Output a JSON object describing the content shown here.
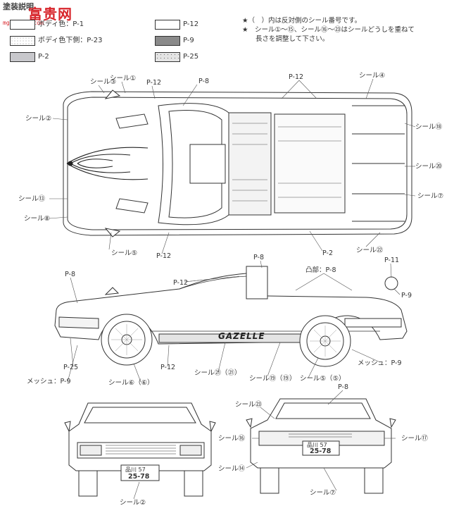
{
  "header": {
    "title": "塗装説明",
    "watermark_main": "富贵网",
    "watermark_url": "mgn-shoo.com"
  },
  "legend": [
    {
      "label": "ボディ色：P-1",
      "fill": "#ffffff"
    },
    {
      "label": "ボディ色下側：P-23",
      "fill": "#ffffff"
    },
    {
      "label": "P-2",
      "fill": "#c8c8cc"
    },
    {
      "label": "P-12",
      "fill": "#ffffff"
    },
    {
      "label": "P-9",
      "fill": "#8a8a8a"
    },
    {
      "label": "P-25",
      "fill": "#e4e4e4"
    }
  ],
  "notes": [
    "★（　）内は反対側のシール番号です。",
    "★　シール①〜⑮、シール⑯〜㉓はシールどうしを重ねて",
    "　　長さを調整して下さい。"
  ],
  "top_view_labels": {
    "seal3": "シール③",
    "seal1": "シール①",
    "p12a": "P-12",
    "p8": "P-8",
    "p12b": "P-12",
    "seal4": "シール④",
    "seal2": "シール②",
    "seal18": "シール⑱",
    "seal20": "シール⑳",
    "seal13": "シール⑬",
    "seal8": "シール⑧",
    "seal7": "シール⑦",
    "seal5": "シール⑤",
    "p12c": "P-12",
    "p2": "P-2",
    "seal22": "シール㉒"
  },
  "side_view_labels": {
    "p8a": "P-8",
    "p8b": "P-8",
    "convex": "凸部：P-8",
    "p11": "P-11",
    "p9": "P-9",
    "p25": "P-25",
    "p12": "P-12",
    "seal21": "シール㉑（㉑）",
    "mesh_right": "メッシュ：P-9",
    "mesh_left": "メッシュ：P-9",
    "seal6": "シール⑥（⑥）",
    "seal19": "シール⑲（⑲）",
    "seal5": "シール⑤（⑤）",
    "brand": "GAZELLE"
  },
  "front_view_labels": {
    "seal2": "シール②",
    "plate_top": "品川 57",
    "plate_num": "25-78"
  },
  "rear_view_labels": {
    "p8": "P-8",
    "seal23": "シール㉓",
    "seal16": "シール⑯",
    "seal17": "シール⑰",
    "seal14": "シール⑭",
    "seal7": "シール⑦",
    "plate_top": "品川 57",
    "plate_num": "25-78"
  }
}
